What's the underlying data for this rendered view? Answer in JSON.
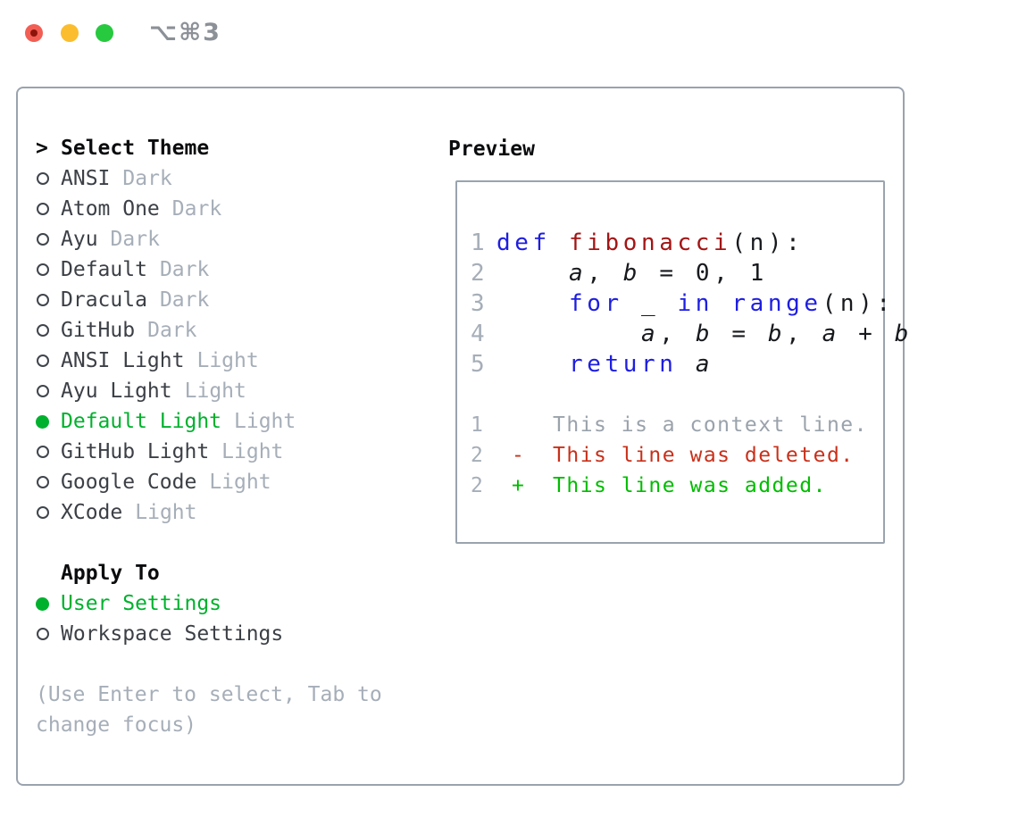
{
  "colors": {
    "accent_green": "#00b12e",
    "diff_added_green": "#00bd00",
    "diff_deleted_red": "#c9301a",
    "keyword_blue": "#1e1ee0",
    "function_name_red": "#a31515",
    "muted_gray": "#a6aeb8",
    "panel_border_gray": "#9aa3ae"
  },
  "titlebar": {
    "title": "⌥⌘3"
  },
  "theme_panel": {
    "header_marker": ">",
    "header_label": "Select Theme",
    "themes": [
      {
        "name": "ANSI",
        "tag": "Dark",
        "selected": false
      },
      {
        "name": "Atom One",
        "tag": "Dark",
        "selected": false
      },
      {
        "name": "Ayu",
        "tag": "Dark",
        "selected": false
      },
      {
        "name": "Default",
        "tag": "Dark",
        "selected": false
      },
      {
        "name": "Dracula",
        "tag": "Dark",
        "selected": false
      },
      {
        "name": "GitHub",
        "tag": "Dark",
        "selected": false
      },
      {
        "name": "ANSI Light",
        "tag": "Light",
        "selected": false
      },
      {
        "name": "Ayu Light",
        "tag": "Light",
        "selected": false
      },
      {
        "name": "Default Light",
        "tag": "Light",
        "selected": true
      },
      {
        "name": "GitHub Light",
        "tag": "Light",
        "selected": false
      },
      {
        "name": "Google Code",
        "tag": "Light",
        "selected": false
      },
      {
        "name": "XCode",
        "tag": "Light",
        "selected": false
      }
    ],
    "apply_to": {
      "label": "Apply To",
      "options": [
        {
          "name": "User Settings",
          "selected": true
        },
        {
          "name": "Workspace Settings",
          "selected": false
        }
      ]
    },
    "hint": "(Use Enter to select, Tab to change focus)"
  },
  "preview": {
    "title": "Preview",
    "code": {
      "language": "python",
      "lines": [
        {
          "num": "1",
          "tokens": [
            [
              "kw",
              "def"
            ],
            [
              "pl",
              " "
            ],
            [
              "fn",
              "fibonacci"
            ],
            [
              "pl",
              "(n):"
            ]
          ]
        },
        {
          "num": "2",
          "tokens": [
            [
              "pl",
              "    "
            ],
            [
              "var",
              "a"
            ],
            [
              "pl",
              ", "
            ],
            [
              "var",
              "b"
            ],
            [
              "pl",
              " = 0, 1"
            ]
          ]
        },
        {
          "num": "3",
          "tokens": [
            [
              "pl",
              "    "
            ],
            [
              "kw",
              "for"
            ],
            [
              "pl",
              " _ "
            ],
            [
              "kw",
              "in"
            ],
            [
              "pl",
              " "
            ],
            [
              "kw",
              "range"
            ],
            [
              "pl",
              "(n):"
            ]
          ]
        },
        {
          "num": "4",
          "tokens": [
            [
              "pl",
              "        "
            ],
            [
              "var",
              "a"
            ],
            [
              "pl",
              ", "
            ],
            [
              "var",
              "b"
            ],
            [
              "pl",
              " = "
            ],
            [
              "var",
              "b"
            ],
            [
              "pl",
              ", "
            ],
            [
              "var",
              "a"
            ],
            [
              "pl",
              " + "
            ],
            [
              "var",
              "b"
            ]
          ]
        },
        {
          "num": "5",
          "tokens": [
            [
              "pl",
              "    "
            ],
            [
              "kw",
              "return"
            ],
            [
              "pl",
              " "
            ],
            [
              "var",
              "a"
            ]
          ]
        }
      ]
    },
    "diff": {
      "lines": [
        {
          "num": "1",
          "marker": " ",
          "text": "This is a context line.",
          "type": "context"
        },
        {
          "num": "2",
          "marker": "-",
          "text": "This line was deleted.",
          "type": "deleted"
        },
        {
          "num": "2",
          "marker": "+",
          "text": "This line was added.",
          "type": "added"
        }
      ]
    }
  }
}
